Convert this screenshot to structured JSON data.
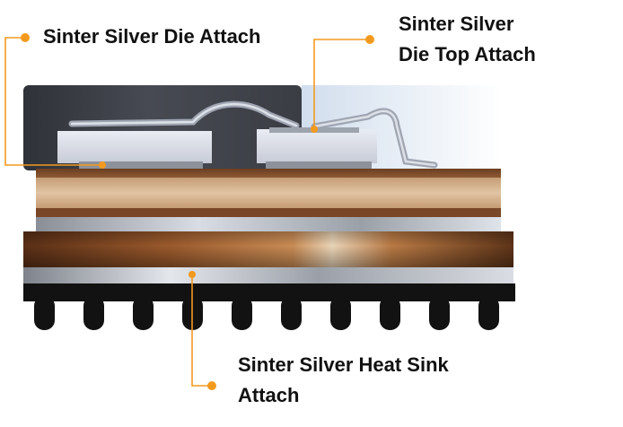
{
  "callouts": {
    "die_attach": {
      "label": "Sinter Silver Die Attach"
    },
    "die_top_attach": {
      "line1": "Sinter Silver",
      "line2": "Die Top Attach"
    },
    "heat_sink_attach": {
      "line1": "Sinter Silver Heat Sink",
      "line2": "Attach"
    }
  },
  "colors": {
    "callout_accent": "#f39a1e",
    "case_dark": "#3a3d44",
    "substrate_tan": "#c9a27a",
    "baseplate_copper": "#9b5a2c",
    "heatsink_black": "#121212",
    "silver_layer": "#b9bcc2"
  }
}
